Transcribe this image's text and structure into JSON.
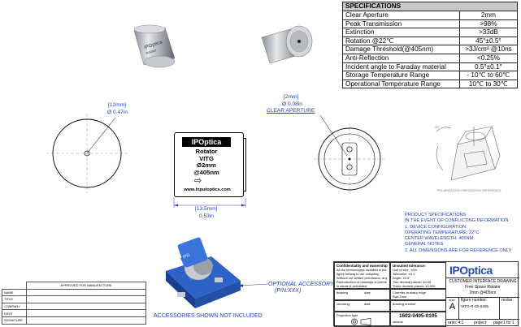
{
  "spec": {
    "title": "SPECIFICATIONS",
    "rows": [
      {
        "label": "Clear Aperture",
        "value": "2mm"
      },
      {
        "label": "Peak  Transmission",
        "value": ">98%"
      },
      {
        "label": "Extinction",
        "value": ">33dB"
      },
      {
        "label": "Rotation @22℃",
        "value": "45°±0.5°"
      },
      {
        "label": "Damage Threshold(@405nm)",
        "value": ">3J/cm² @10ns"
      },
      {
        "label": "Anti-Reflection",
        "value": "<0.25%"
      },
      {
        "label": "Incident angle to Faraday material",
        "value": "0.5°±0.1°"
      },
      {
        "label": "Storage Temperature Range",
        "value": "- 10℃ to 60℃"
      },
      {
        "label": "Operational Temperature Range",
        "value": "10℃ to 30℃"
      }
    ]
  },
  "dims": {
    "left_mm": "[12mm]",
    "left_in": "Ø 0.47in",
    "ap_mm": "[2mm]",
    "ap_in": "Ø 0.08in",
    "ap_label": "CLEAR APERTURE",
    "len_mm": "[13.5mm]",
    "len_in": "0.53in"
  },
  "body_label": {
    "brand": "IPOptica",
    "line1": "Rotator",
    "line2": "VITG",
    "line3": "Ø2mm",
    "line4": "@405nm",
    "url": "www.inputoptics.com"
  },
  "polar_label": "POLARIZATION ORIENTATION REFERENCE",
  "product_specs": {
    "lines": [
      "PRODUCT SPECIFICATIONS",
      "IN THE EVENT OF CONFLICTING INFORMATION",
      "1. DEVICE CONFIGURATION:",
      "OPERATING TEMPERATURE: 22°C",
      "CENTER WAVELENGTH: 405nm",
      "GENERAL NOTES",
      "2. ALL DIMENSIONS ARE FOR REFERENCE ONLY"
    ]
  },
  "accessory": {
    "optional_line1": "OPTIONAL ACCESSORY",
    "optional_line2": "(P/N:XXX)",
    "not_included": "ACCESSORIES SHOWN NOT INCLUDED"
  },
  "approval": {
    "header": "APPROVED FOR MANUFACTURE",
    "rows": [
      "NAME",
      "TITLE",
      "COMPANY",
      "DATE",
      "SIGNATURE"
    ]
  },
  "titleblock": {
    "confidentiality": "Confidentiality and ownership",
    "conf_text": "All the technologies included in the figure belong to our company. Without our written permission, any Reproduction of drawings is permit in whole & prohibited.",
    "unsuited": "Unsuited tolerance:",
    "tol_lines": [
      "Unit of size : mm",
      "Tolerance: ±0.1",
      "Angle: ±0.5°",
      "Two decimal places: ±0.05",
      "Three decimal places: ±0.005"
    ],
    "chamfer": "Chamfer at sharp edge",
    "rad": "Rad.2mm",
    "drawing": "drawing",
    "checking": "checking",
    "date": "date",
    "drawing_number_label": "drawing number",
    "drawing_number": "1602-0405-0105",
    "projection_type": "Projection type",
    "version": "version",
    "logo": "IPOptica",
    "doc_type": "CUSTOMER INTERFACE DRAWING",
    "desc1": "Free Space Rotator",
    "desc2": "2mm @405nm",
    "size_label": "size:",
    "size": "A",
    "figure_label": "figure number:",
    "figure_number": "VITG-R-02-0405",
    "revise_label": "revise:",
    "ratio": "ratio: 4:1",
    "project": "project:",
    "page": "page:",
    "sheet": "1  fol  1"
  }
}
